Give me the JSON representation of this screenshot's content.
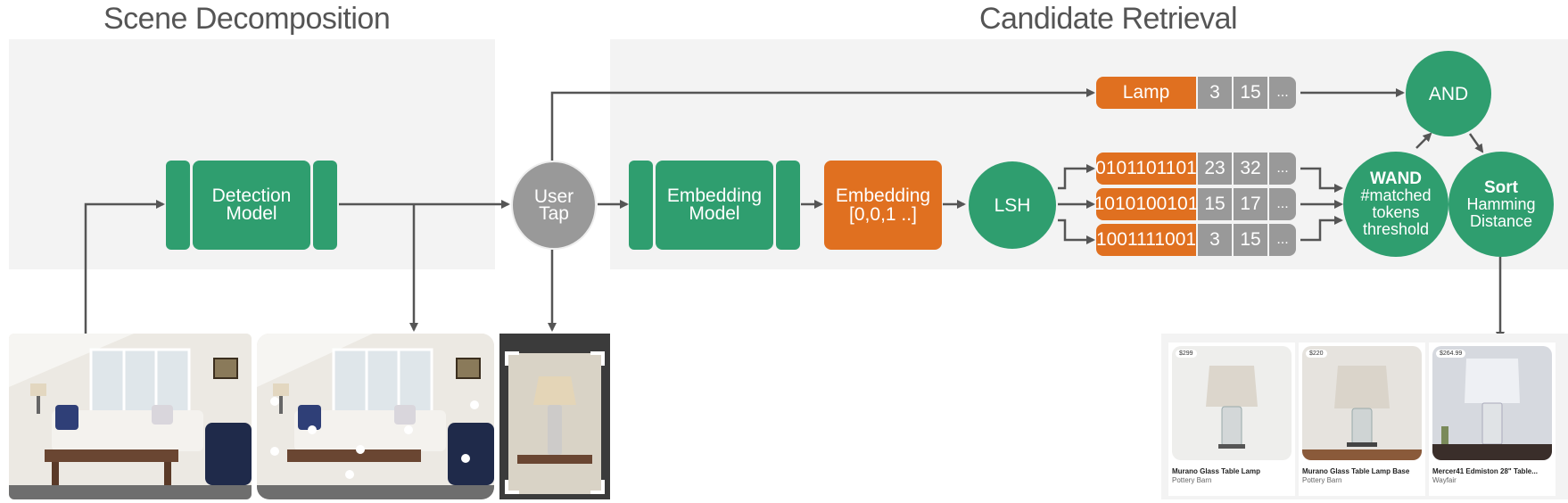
{
  "sections": {
    "scene_title": "Scene Decomposition",
    "retrieval_title": "Candidate Retrieval"
  },
  "nodes": {
    "detection_model": "Detection Model",
    "user_tap": "User Tap",
    "embedding_model": "Embedding Model",
    "embedding_vector": "Embedding [0,0,1 ..]",
    "lsh": "LSH",
    "wand_title": "WAND",
    "wand_sub": "#matched tokens threshold",
    "and": "AND",
    "sort_title": "Sort",
    "sort_sub": "Hamming Distance"
  },
  "token_rows": [
    {
      "key": "Lamp",
      "v1": "3",
      "v2": "15",
      "more": "..."
    },
    {
      "key": "0101101101",
      "v1": "23",
      "v2": "32",
      "more": "..."
    },
    {
      "key": "1010100101",
      "v1": "15",
      "v2": "17",
      "more": "..."
    },
    {
      "key": "1001111001",
      "v1": "3",
      "v2": "15",
      "more": "..."
    }
  ],
  "products": [
    {
      "price": "$299",
      "title": "Murano Glass Table Lamp",
      "vendor": "Pottery Barn"
    },
    {
      "price": "$220",
      "title": "Murano Glass Table Lamp Base",
      "vendor": "Pottery Barn"
    },
    {
      "price": "$264.99",
      "title": "Mercer41 Edmiston 28\" Table...",
      "vendor": "Wayfair"
    }
  ],
  "colors": {
    "green": "#2f9e6f",
    "orange": "#e07020",
    "gray": "#999999",
    "panel": "#f3f3f3",
    "arrow": "#555555"
  }
}
